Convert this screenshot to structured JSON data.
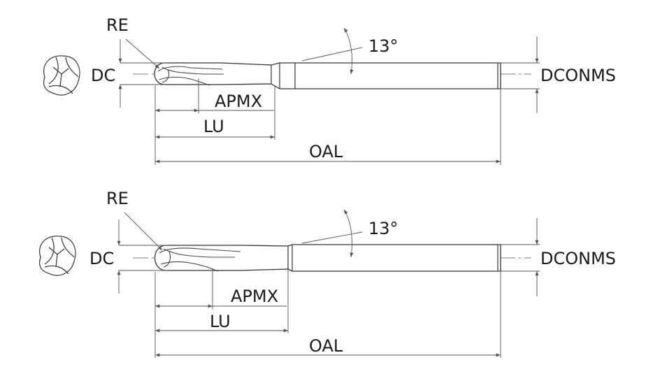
{
  "labels": {
    "re": "RE",
    "dc": "DC",
    "dconms": "DCONMS",
    "apmx": "APMX",
    "lu": "LU",
    "oal": "OAL",
    "angle": "13°"
  }
}
